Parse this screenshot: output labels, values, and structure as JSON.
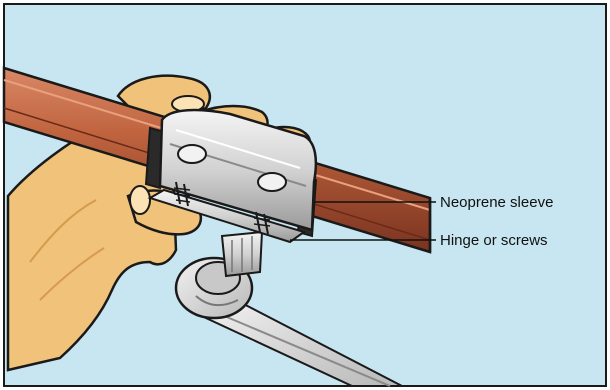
{
  "figure": {
    "description_icon": "pipe-clamp-repair-illustration",
    "colors": {
      "background": "#c8e6f1",
      "border": "#1a1a1a",
      "pipe": "#b8593a",
      "pipe_dark": "#7a331f",
      "pipe_light": "#d98867",
      "skin": "#f0c27a",
      "skin_shadow": "#d79a4e",
      "metal": "#dcdcdc",
      "metal_dark": "#8a8a8a",
      "sleeve": "#2a2a2a"
    },
    "callouts": [
      {
        "label": "Neoprene sleeve"
      },
      {
        "label": "Hinge or screws"
      }
    ]
  }
}
